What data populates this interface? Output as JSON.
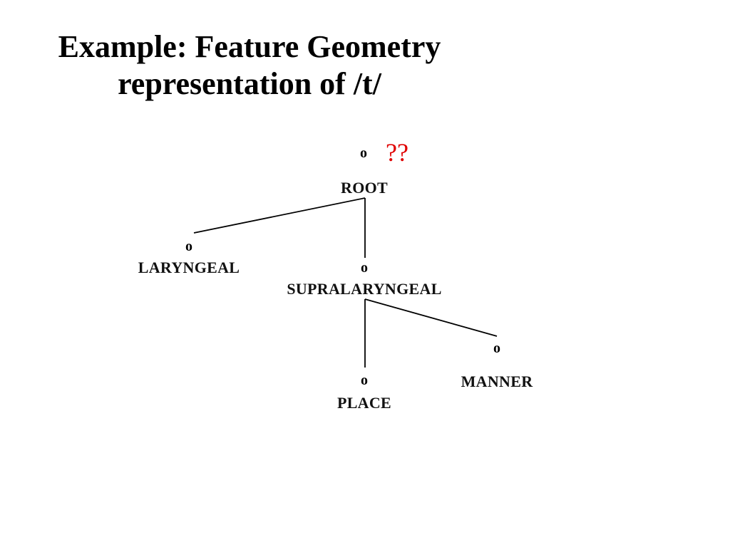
{
  "slide": {
    "title_line1": "Example: Feature Geometry",
    "title_line2": "representation of /t/"
  },
  "diagram": {
    "annotation": "??",
    "annotation_color": "#e00000",
    "node_marker": "o",
    "nodes": {
      "root": "ROOT",
      "laryngeal": "LARYNGEAL",
      "supralaryngeal": "SUPRALARYNGEAL",
      "place": "PLACE",
      "manner": "MANNER"
    }
  }
}
